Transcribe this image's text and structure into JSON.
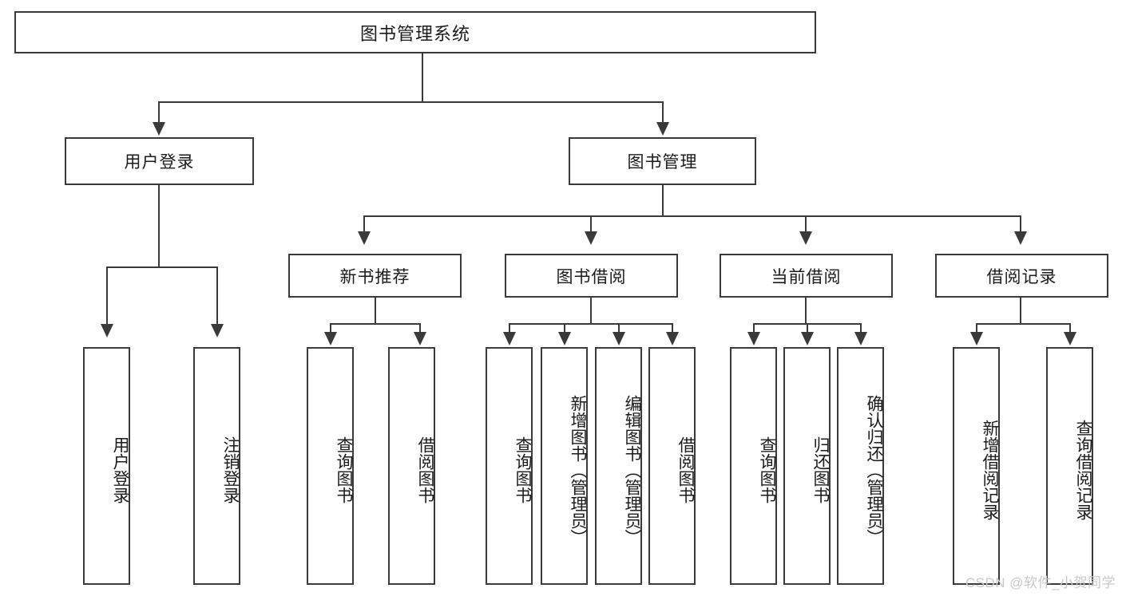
{
  "diagram": {
    "type": "tree-hierarchy-functional-decomposition",
    "title": "图书管理系统",
    "root": {
      "id": "root",
      "label": "图书管理系统"
    },
    "level2": [
      {
        "id": "user-login",
        "label": "用户登录"
      },
      {
        "id": "book-management",
        "label": "图书管理"
      }
    ],
    "level3": [
      {
        "id": "new-book-recommend",
        "label": "新书推荐",
        "parent": "book-management"
      },
      {
        "id": "book-borrow",
        "label": "图书借阅",
        "parent": "book-management"
      },
      {
        "id": "current-borrow",
        "label": "当前借阅",
        "parent": "book-management"
      },
      {
        "id": "borrow-record",
        "label": "借阅记录",
        "parent": "book-management"
      }
    ],
    "leaves": {
      "user-login": [
        {
          "id": "leaf-user-login",
          "label": "用户登录"
        },
        {
          "id": "leaf-logout-login",
          "label": "注销登录"
        }
      ],
      "new-book-recommend": [
        {
          "id": "leaf-query-book-1",
          "label": "查询图书"
        },
        {
          "id": "leaf-borrow-book-1",
          "label": "借阅图书"
        }
      ],
      "book-borrow": [
        {
          "id": "leaf-query-book-2",
          "label": "查询图书"
        },
        {
          "id": "leaf-add-book",
          "label": "新增图书（管理员）"
        },
        {
          "id": "leaf-edit-book",
          "label": "编辑图书（管理员）"
        },
        {
          "id": "leaf-borrow-book-2",
          "label": "借阅图书"
        }
      ],
      "current-borrow": [
        {
          "id": "leaf-query-book-3",
          "label": "查询图书"
        },
        {
          "id": "leaf-return-book",
          "label": "归还图书"
        },
        {
          "id": "leaf-confirm-return",
          "label": "确认归还（管理员）"
        }
      ],
      "borrow-record": [
        {
          "id": "leaf-add-record",
          "label": "新增借阅记录"
        },
        {
          "id": "leaf-query-record",
          "label": "查询借阅记录"
        }
      ]
    },
    "watermark": "CSDN @软件_小贺同学",
    "colors": {
      "stroke": "#3a3a3a",
      "text": "#1b1b1b",
      "background": "#ffffff",
      "watermark": "#c9c9c9"
    }
  }
}
